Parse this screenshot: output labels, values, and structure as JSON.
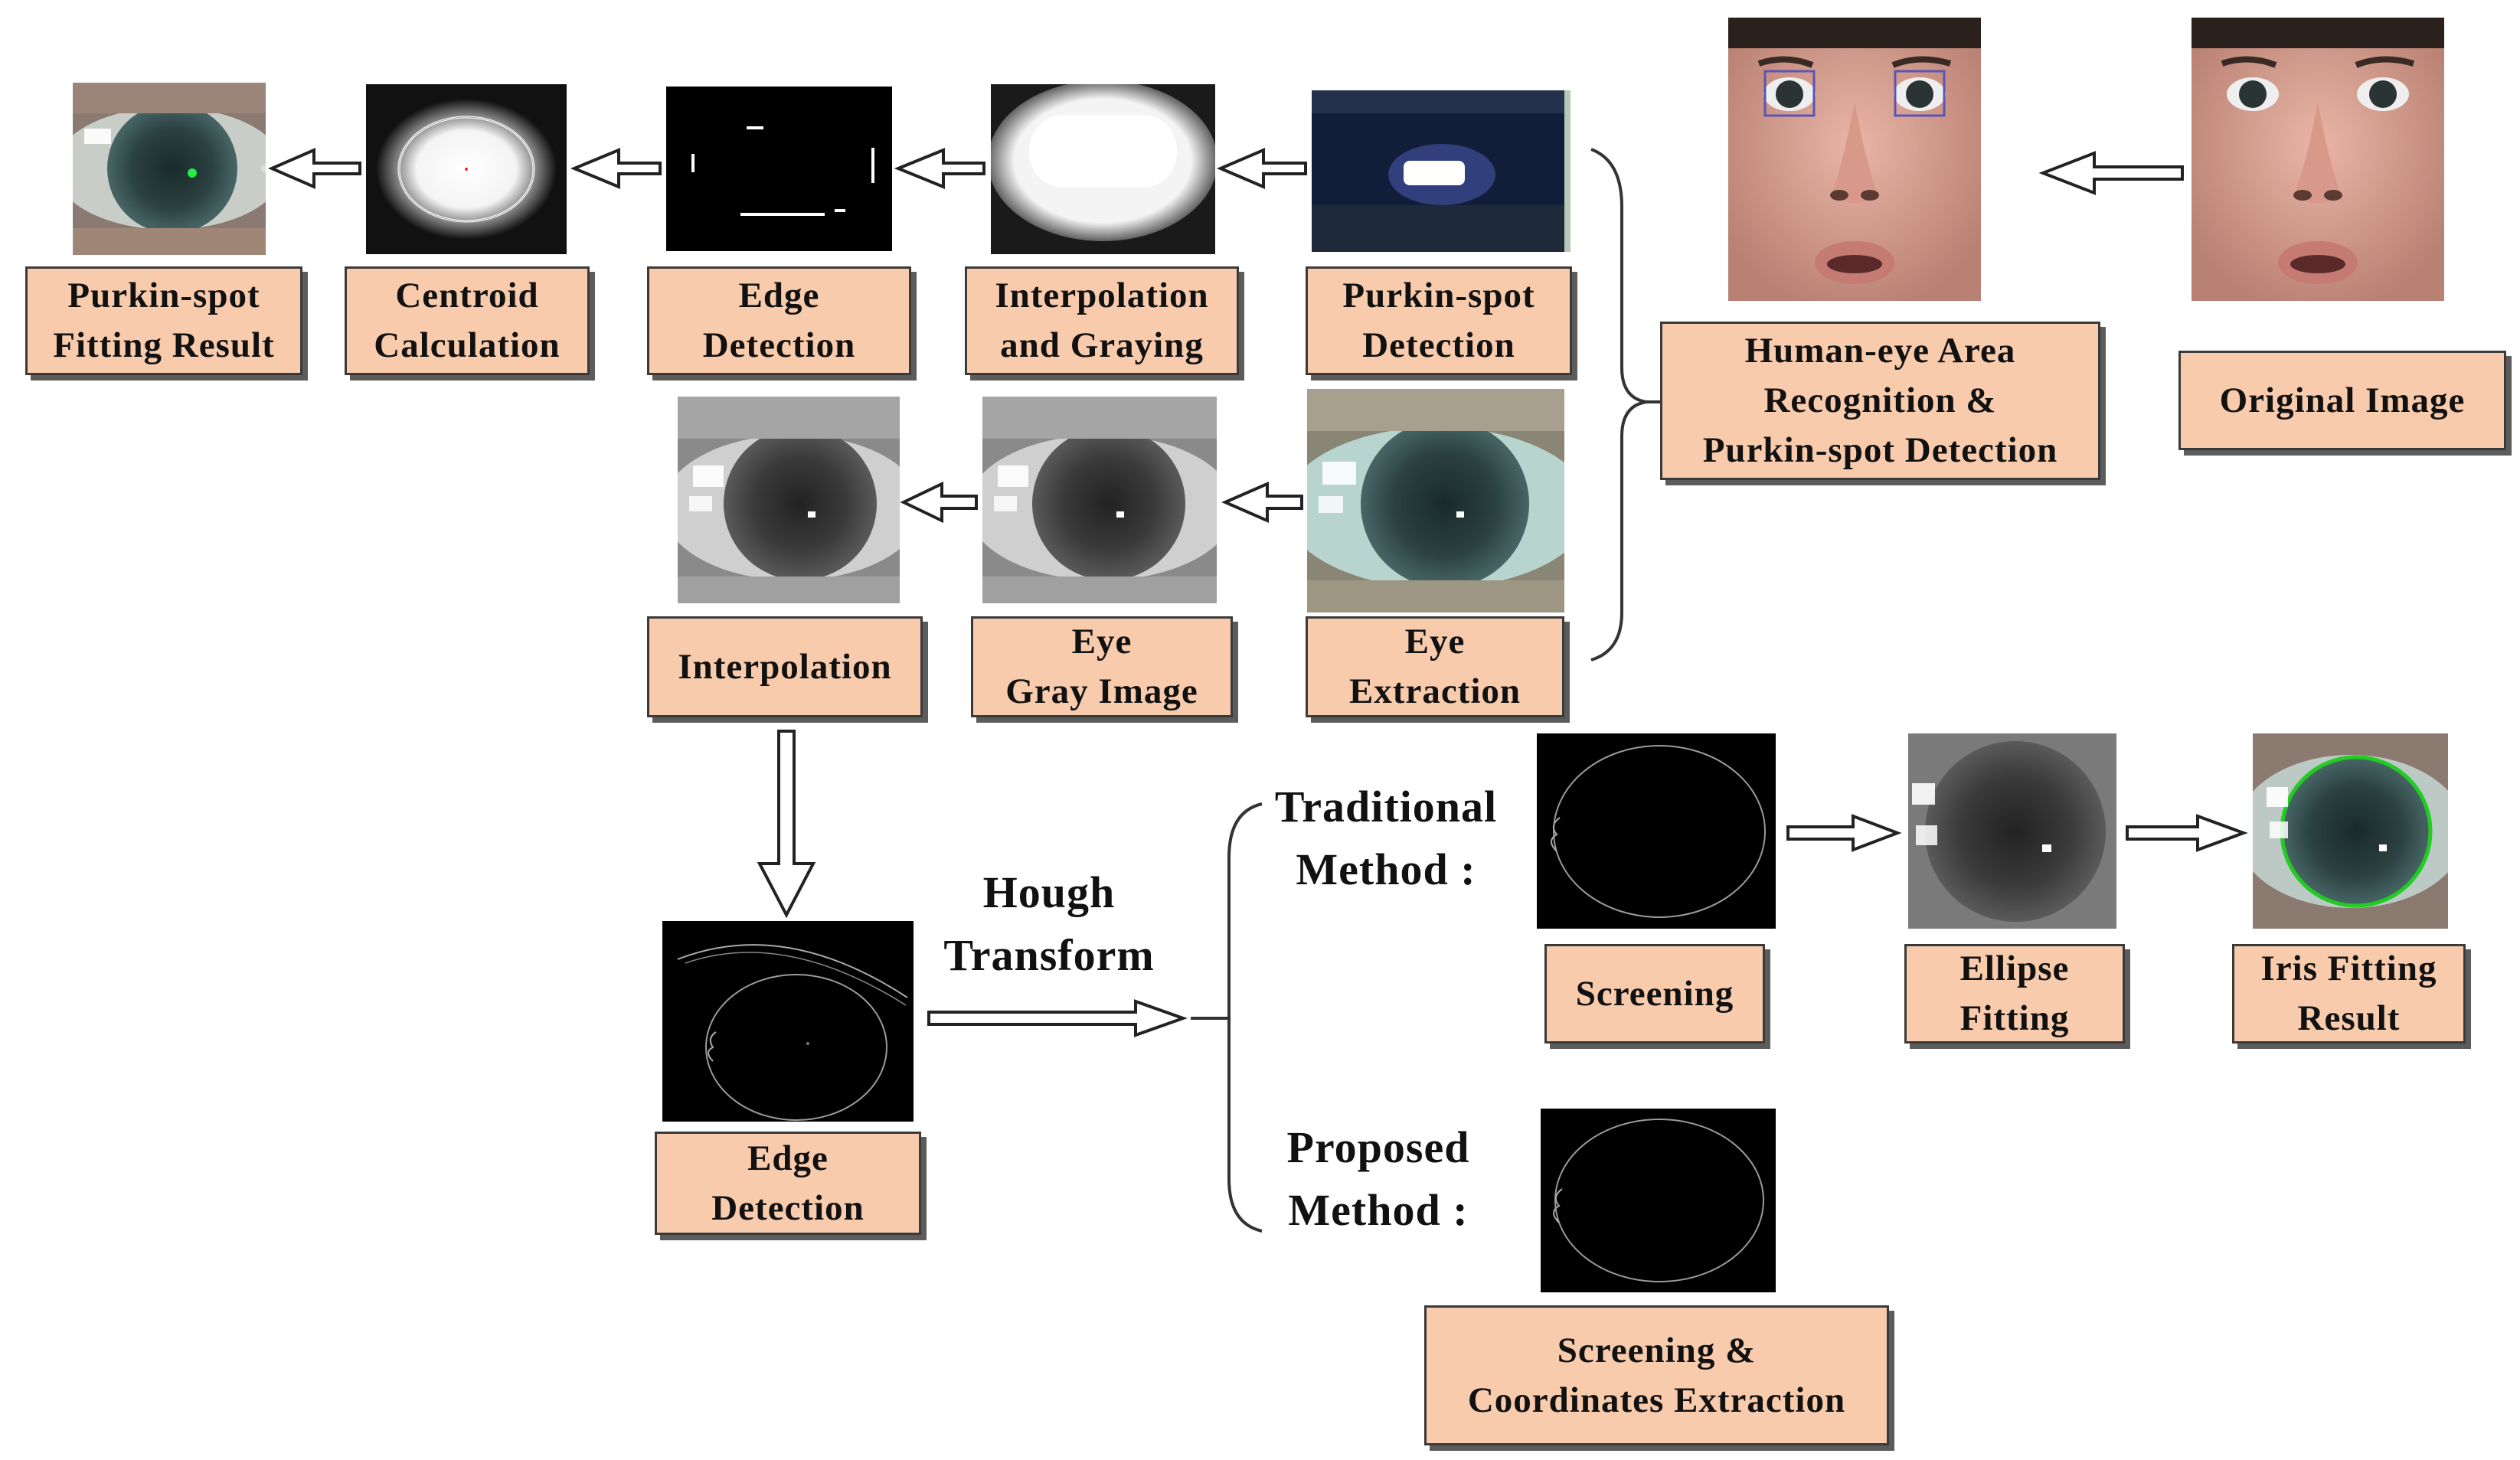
{
  "diagram": {
    "boxes": {
      "purkin_fitting": [
        "Purkin-spot",
        "Fitting Result"
      ],
      "centroid": [
        "Centroid",
        "Calculation"
      ],
      "edge_top": [
        "Edge",
        "Detection"
      ],
      "interp_gray": [
        "Interpolation",
        "and Graying"
      ],
      "purkin_detect": [
        "Purkin-spot",
        "Detection"
      ],
      "human_eye": [
        "Human-eye Area",
        "Recognition &",
        "Purkin-spot Detection"
      ],
      "original": [
        "Original Image"
      ],
      "interpolation": [
        "Interpolation"
      ],
      "eye_gray": [
        "Eye",
        "Gray Image"
      ],
      "eye_extract": [
        "Eye",
        "Extraction"
      ],
      "edge_bottom": [
        "Edge",
        "Detection"
      ],
      "screening": [
        "Screening"
      ],
      "ellipse": [
        "Ellipse",
        "Fitting"
      ],
      "iris_result": [
        "Iris Fitting",
        "Result"
      ],
      "screening_coords": [
        "Screening &",
        "Coordinates Extraction"
      ]
    },
    "labels": {
      "hough": [
        "Hough",
        "Transform"
      ],
      "traditional": [
        "Traditional",
        "Method :"
      ],
      "proposed": [
        "Proposed",
        "Method :"
      ]
    }
  },
  "colors": {
    "box_fill": "#f8cbad",
    "box_border": "#3a3a3a",
    "iris_fit": "#22cc22"
  }
}
